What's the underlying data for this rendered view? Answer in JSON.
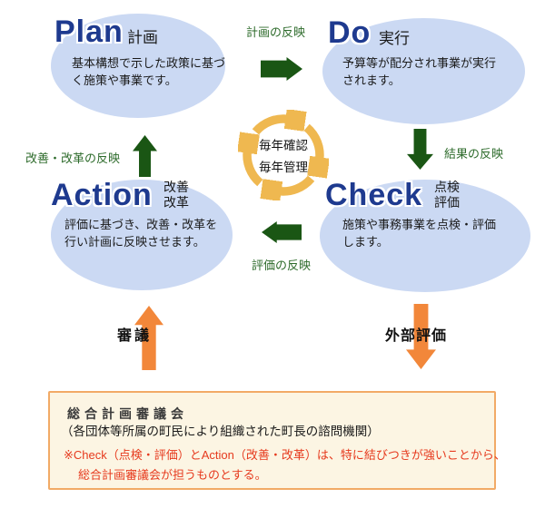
{
  "nodes": {
    "plan": {
      "title": "Plan",
      "subtitle": "計画",
      "body": "基本構想で示した政策に基づく施策や事業です。"
    },
    "do": {
      "title": "Do",
      "subtitle": "実行",
      "body": "予算等が配分され事業が実行されます。"
    },
    "action": {
      "title": "Action",
      "subtitle1": "改善",
      "subtitle2": "改革",
      "body": "評価に基づき、改善・改革を行い計画に反映させます。"
    },
    "check": {
      "title": "Check",
      "subtitle1": "点検",
      "subtitle2": "評価",
      "body": "施策や事務事業を点検・評価します。"
    }
  },
  "flows": {
    "plan_to_do": "計画の反映",
    "do_to_check": "結果の反映",
    "check_to_action": "評価の反映",
    "action_to_plan": "改善・改革の反映"
  },
  "cycle": {
    "line1": "毎年確認",
    "line2": "毎年管理"
  },
  "external": {
    "council_label": "審議",
    "review_label": "外部評価"
  },
  "note_box": {
    "title": "総合計画審議会",
    "subtitle": "（各団体等所属の町民により組織された町長の諮問機関）",
    "note1": "※Check（点検・評価）とAction（改善・改革）は、特に結びつきが強いことから、",
    "note2": "総合計画審議会が担うものとする。"
  },
  "colors": {
    "node_fill": "#cbd9f3",
    "title_blue": "#1e3a8f",
    "arrow_green": "#1a5614",
    "label_green": "#2d6b2b",
    "cycle_gold": "#efb850",
    "arrow_orange": "#f2873a",
    "box_border": "#f2aa66",
    "box_bg": "#fcf5e3",
    "note_red": "#e63a1e"
  }
}
